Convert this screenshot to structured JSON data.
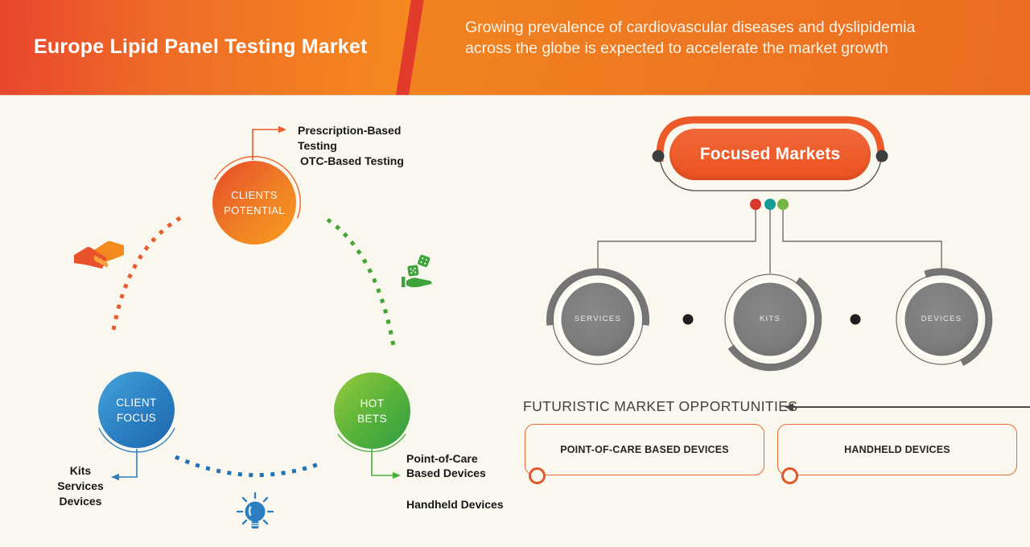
{
  "banner": {
    "title": "Europe Lipid Panel Testing Market",
    "subtitle_lines": [
      "Growing prevalence of cardiovascular diseases and dyslipidemia",
      "across the globe is expected to accelerate the market growth"
    ]
  },
  "strategy": {
    "clients_potential": {
      "label_lines": [
        "CLIENTS",
        "POTENTIAL"
      ],
      "callout_lines": [
        "Prescription-Based",
        "Testing",
        "OTC-Based Testing"
      ]
    },
    "client_focus": {
      "label_lines": [
        "CLIENT",
        "FOCUS"
      ],
      "callout_lines": [
        "Kits",
        "Services",
        "Devices"
      ]
    },
    "hot_bets": {
      "label_lines": [
        "HOT",
        "BETS"
      ],
      "callout_lines": [
        "Point-of-Care",
        "Based Devices"
      ],
      "secondary_callout": "Handheld Devices"
    },
    "icons": [
      "handshake-icon",
      "dice-in-hand-icon",
      "lightbulb-icon"
    ]
  },
  "focused_markets": {
    "title": "Focused Markets",
    "nodes": [
      {
        "label": "SERVICES"
      },
      {
        "label": "KITS"
      },
      {
        "label": "DEVICES"
      }
    ]
  },
  "opportunities": {
    "heading": "FUTURISTIC MARKET OPPORTUNITIES",
    "boxes": [
      {
        "label": "POINT-OF-CARE BASED DEVICES"
      },
      {
        "label": "HANDHELD DEVICES"
      }
    ]
  },
  "colors": {
    "banner_gradient_left": "#e8462e",
    "banner_orange": "#f5891e",
    "banner_stripe_red": "#e23b2b",
    "banner_right_orange": "#ee7a23",
    "background_cream": "#faf8ee",
    "circle_orange": "#ee6a24",
    "circle_blue": "#2d7fc2",
    "circle_green": "#55b23c",
    "pill_orange": "#ed5a28",
    "node_gray": "#7b7b7b",
    "dot_red": "#d8392c",
    "dot_teal": "#169b94",
    "dot_green": "#76b643"
  }
}
